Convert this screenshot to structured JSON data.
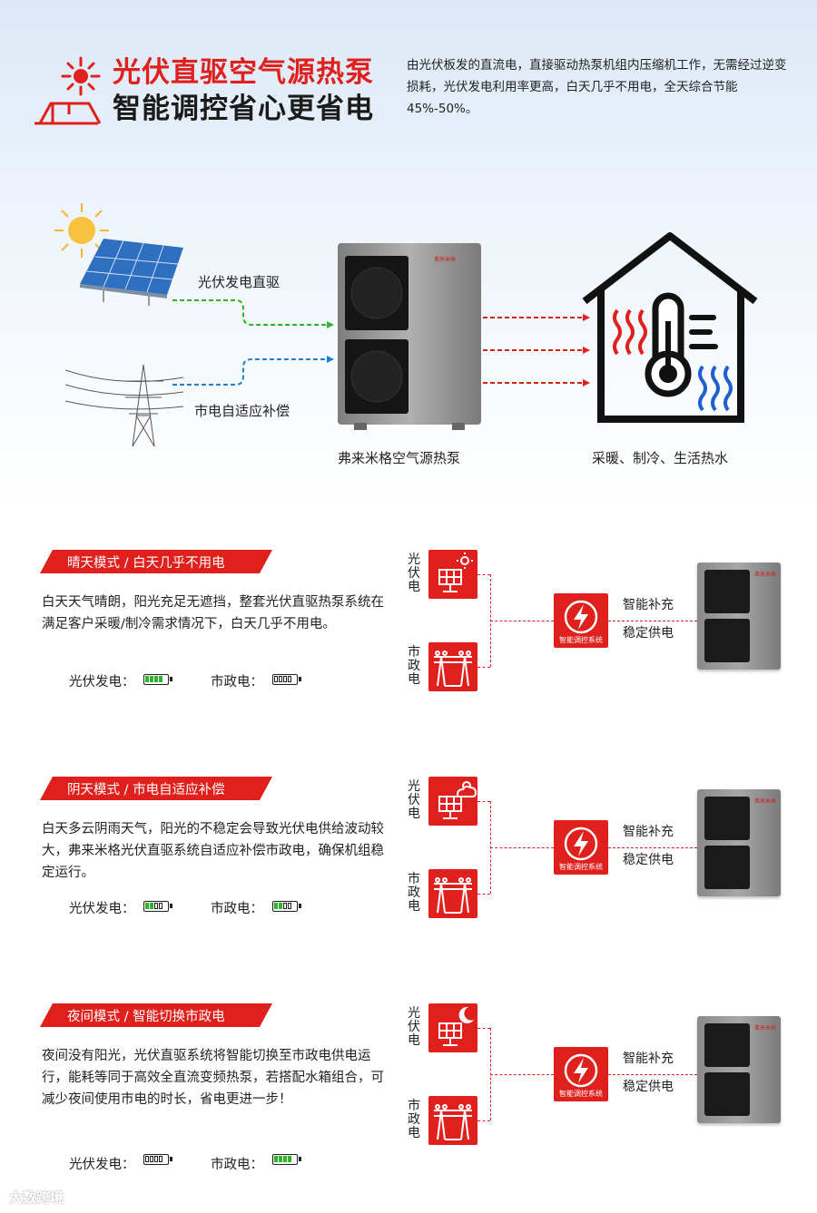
{
  "header": {
    "title_line1": "光伏直驱空气源热泵",
    "title_line2": "智能调控省心更省电",
    "intro": "由光伏板发的直流电，直接驱动热泵机组内压缩机工作，无需经过逆变损耗，光伏发电利用率更高，白天几乎不用电，全天综合节能45%-50%。"
  },
  "diagram": {
    "pv_label": "光伏发电直驱",
    "grid_label": "市电自适应补偿",
    "pump_label": "弗来米格空气源热泵",
    "house_label": "采暖、制冷、生活热水"
  },
  "modes": [
    {
      "title": "晴天模式 / 白天几乎不用电",
      "desc": "白天天气晴朗，阳光充足无遮挡，整套光伏直驱热泵系统在满足客户采暖/制冷需求情况下，白天几乎不用电。",
      "pv_label": "光伏发电：",
      "grid_label": "市政电：",
      "pv_level": 4,
      "grid_level": 0,
      "weather_icon": "sun-icon"
    },
    {
      "title": "阴天模式 / 市电自适应补偿",
      "desc": "白天多云阴雨天气，阳光的不稳定会导致光伏电供给波动较大，弗来米格光伏直驱系统自适应补偿市政电，确保机组稳定运行。",
      "pv_label": "光伏发电：",
      "grid_label": "市政电：",
      "pv_level": 2,
      "grid_level": 2,
      "weather_icon": "cloud-sun-icon"
    },
    {
      "title": "夜间模式 / 智能切换市政电",
      "desc": "夜间没有阳光，光伏直驱系统将智能切换至市政电供电运行，能耗等同于高效全直流变频热泵，若搭配水箱组合，可减少夜间使用市电的时长，省电更进一步！",
      "pv_label": "光伏发电：",
      "grid_label": "市政电：",
      "pv_level": 0,
      "grid_level": 4,
      "weather_icon": "moon-icon"
    }
  ],
  "flow": {
    "pv_vertical": "光伏电",
    "grid_vertical": "市政电",
    "control_caption": "智能调控系统",
    "side_top": "智能补充",
    "side_bottom": "稳定供电",
    "unit_logo": "弗来米格"
  },
  "watermark": "大数跨境",
  "colors": {
    "accent": "#e0201d",
    "battery_green": "#2fb52b",
    "pv_arrow": "#2fb52b",
    "grid_arrow": "#1f7fd1"
  }
}
